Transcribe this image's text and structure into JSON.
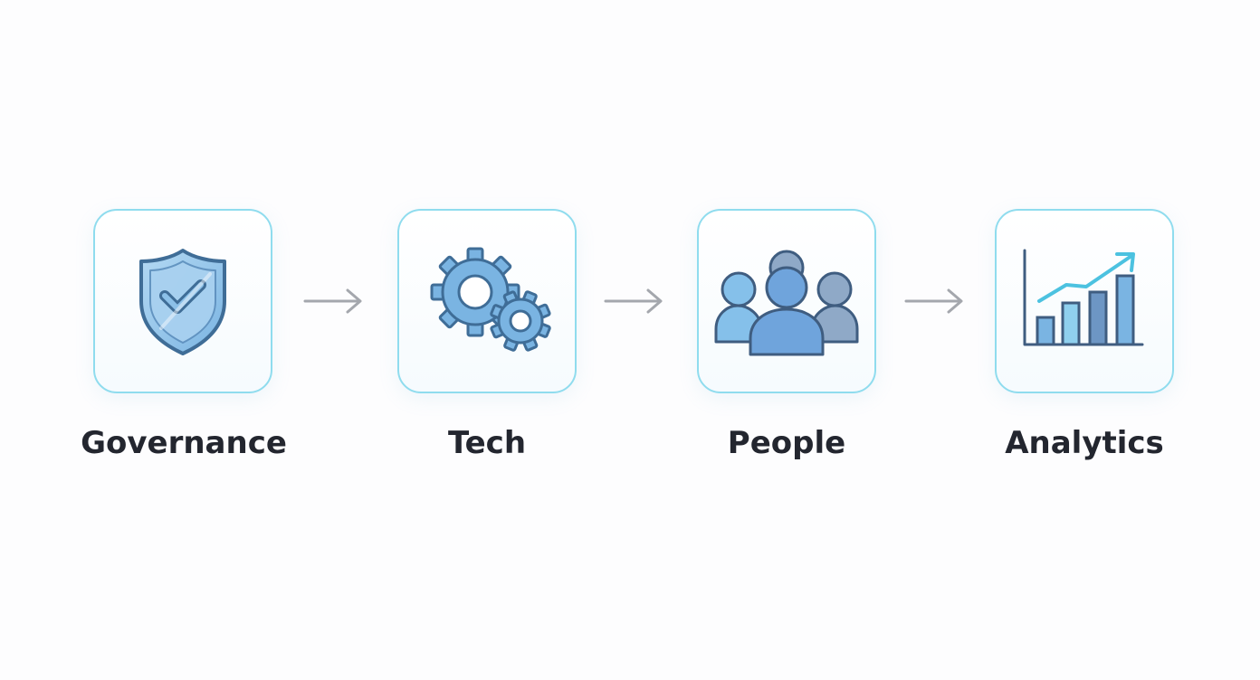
{
  "steps": [
    {
      "label": "Governance",
      "icon": "shield-check-icon"
    },
    {
      "label": "Tech",
      "icon": "gears-icon"
    },
    {
      "label": "People",
      "icon": "people-group-icon"
    },
    {
      "label": "Analytics",
      "icon": "bar-chart-trend-icon"
    }
  ],
  "colors": {
    "card_border": "#8fdcee",
    "icon_fill": "#7ab4e2",
    "icon_stroke": "#3f6d97",
    "arrow": "#a4a7ad",
    "label": "#23262f",
    "accent": "#4cc2e0"
  }
}
